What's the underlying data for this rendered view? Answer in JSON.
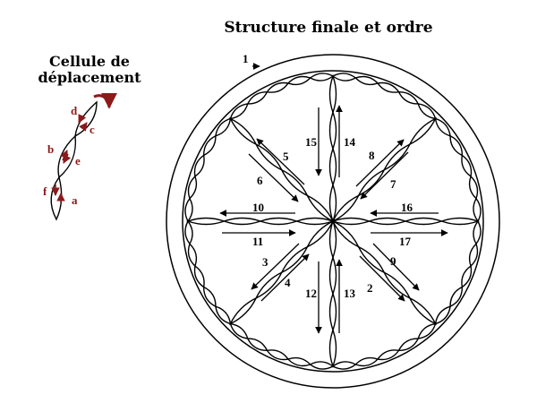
{
  "title": "Structure finale et ordre",
  "cell_title_line1": "Cellule de",
  "cell_title_line2": "déplacement",
  "steps": [
    "1",
    "2",
    "3",
    "4",
    "5",
    "6",
    "7",
    "8",
    "9",
    "10",
    "11",
    "12",
    "13",
    "14",
    "15",
    "16",
    "17"
  ],
  "cell_labels": [
    "a",
    "b",
    "c",
    "d",
    "e",
    "f"
  ],
  "colors": {
    "stroke": "#000000",
    "accent": "#8b1a1a",
    "background": "#ffffff"
  }
}
